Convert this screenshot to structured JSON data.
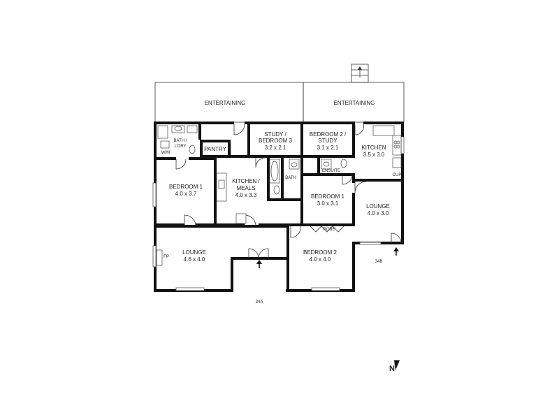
{
  "rooms": {
    "entertaining_a": {
      "name": "ENTERTAINING"
    },
    "entertaining_b": {
      "name": "ENTERTAINING"
    },
    "bath_laundry": {
      "name_1": "BATH /",
      "name_2": "L'DRY"
    },
    "wm": {
      "name": "W/M"
    },
    "pantry": {
      "name": "PANTRY"
    },
    "study_bedroom3": {
      "name_1": "STUDY /",
      "name_2": "BEDROOM 3",
      "size": "3.2 x 2.1"
    },
    "bedroom2_study": {
      "name_1": "BEDROOM 2 /",
      "name_2": "STUDY",
      "size": "3.1 x 2.1"
    },
    "kitchen_b": {
      "name": "KITCHEN",
      "size": "3.5 x 3.0"
    },
    "cup": {
      "name": "CUP"
    },
    "ensuite": {
      "name": "ENSUITE"
    },
    "bath_b": {
      "name": "BATH"
    },
    "bedroom1_a": {
      "name": "BEDROOM 1",
      "size": "4.0 x 3.7"
    },
    "kitchen_meals": {
      "name_1": "KITCHEN /",
      "name_2": "MEALS",
      "size": "4.0 x 3.3"
    },
    "bedroom1_b": {
      "name": "BEDROOM 1",
      "size": "3.0 x 3.1"
    },
    "lounge_b": {
      "name": "LOUNGE",
      "size": "4.0 x 3.0"
    },
    "lounge_a": {
      "name": "LOUNGE",
      "size": "4.6 x 4.0"
    },
    "fp": {
      "name": "FP"
    },
    "robe": {
      "name": "ROBE"
    },
    "bedroom2_a": {
      "name": "BEDROOM 2",
      "size": "4.0 x 4.0"
    }
  },
  "units": {
    "unit_a": "34A",
    "unit_b": "34B"
  },
  "compass": {
    "north": "N"
  },
  "colors": {
    "wall": "#111111",
    "line": "#333333",
    "background": "#ffffff"
  },
  "icons": {
    "entry": "arrow-up-icon",
    "compass": "north-arrow-icon",
    "stair": "steps-icon"
  }
}
